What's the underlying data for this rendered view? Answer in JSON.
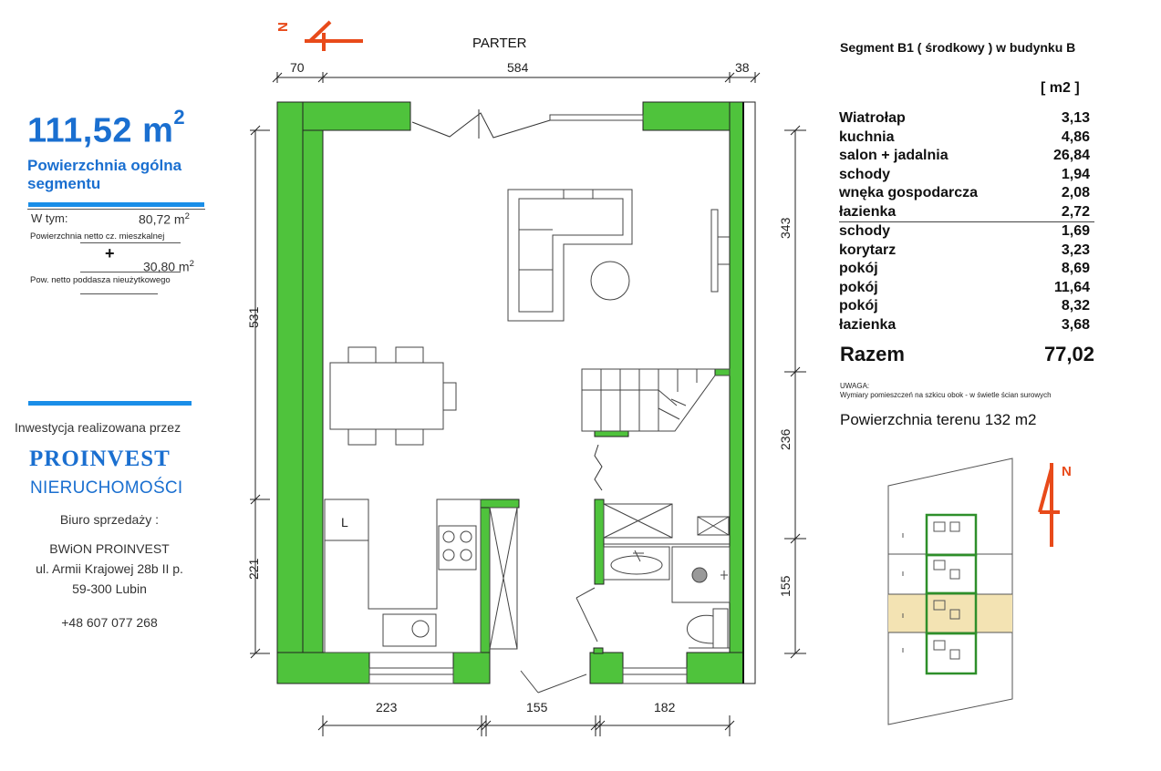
{
  "left_panel": {
    "total_area": "111,52 m",
    "total_area_sup": "2",
    "total_area_caption": "Powierzchnia ogólna segmentu",
    "breakdown_label": "W tym:",
    "net_living_value": "80,72 m",
    "net_living_sup": "2",
    "net_living_caption": "Powierzchnia netto cz. mieszkalnej",
    "plus_sign": "+",
    "attic_value": "30,80 m",
    "attic_sup": "2",
    "attic_caption": "Pow. netto poddasza nieużytkowego",
    "investor_line": "Inwestycja realizowana przez",
    "company_name": "PROINVEST",
    "company_sub": "NIERUCHOMOŚCI",
    "office_label": "Biuro sprzedaży :",
    "office_name": "BWiON PROINVEST",
    "address_street": "ul. Armii Krajowej 28b II p.",
    "address_city": "59-300 Lubin",
    "phone": "+48 607 077 268",
    "accent_color": "#1a6fd0"
  },
  "plan": {
    "title": "PARTER",
    "compass_letter": "N",
    "kitchen_label": "L",
    "wall_color": "#4fc33c",
    "dims_top": [
      "70",
      "584",
      "38"
    ],
    "dims_left": [
      "531",
      "221"
    ],
    "dims_right": [
      "343",
      "236",
      "155"
    ],
    "dims_bottom": [
      "223",
      "155",
      "182"
    ]
  },
  "right_panel": {
    "segment_title": "Segment B1 ( środkowy ) w budynku B",
    "unit_header": "[ m2 ]",
    "rooms": [
      {
        "name": "Wiatrołap",
        "area": "3,13"
      },
      {
        "name": "kuchnia",
        "area": "4,86"
      },
      {
        "name": "salon + jadalnia",
        "area": "26,84"
      },
      {
        "name": "schody",
        "area": "1,94"
      },
      {
        "name": "wnęka gospodarcza",
        "area": "2,08"
      },
      {
        "name": "łazienka",
        "area": "2,72"
      },
      {
        "name": "schody",
        "area": "1,69"
      },
      {
        "name": "korytarz",
        "area": "3,23"
      },
      {
        "name": "pokój",
        "area": "8,69"
      },
      {
        "name": "pokój",
        "area": "11,64"
      },
      {
        "name": "pokój",
        "area": "8,32"
      },
      {
        "name": "łazienka",
        "area": "3,68"
      }
    ],
    "total_label": "Razem",
    "total_value": "77,02",
    "note_title": "UWAGA:",
    "note_text": "Wymiary pomieszczeń na szkicu obok - w świetle ścian surowych",
    "plot_area": "Powierzchnia terenu  132 m2",
    "map_compass_letter": "N",
    "highlight_color": "#f3e3b3",
    "compass_color": "#e84a1a"
  }
}
